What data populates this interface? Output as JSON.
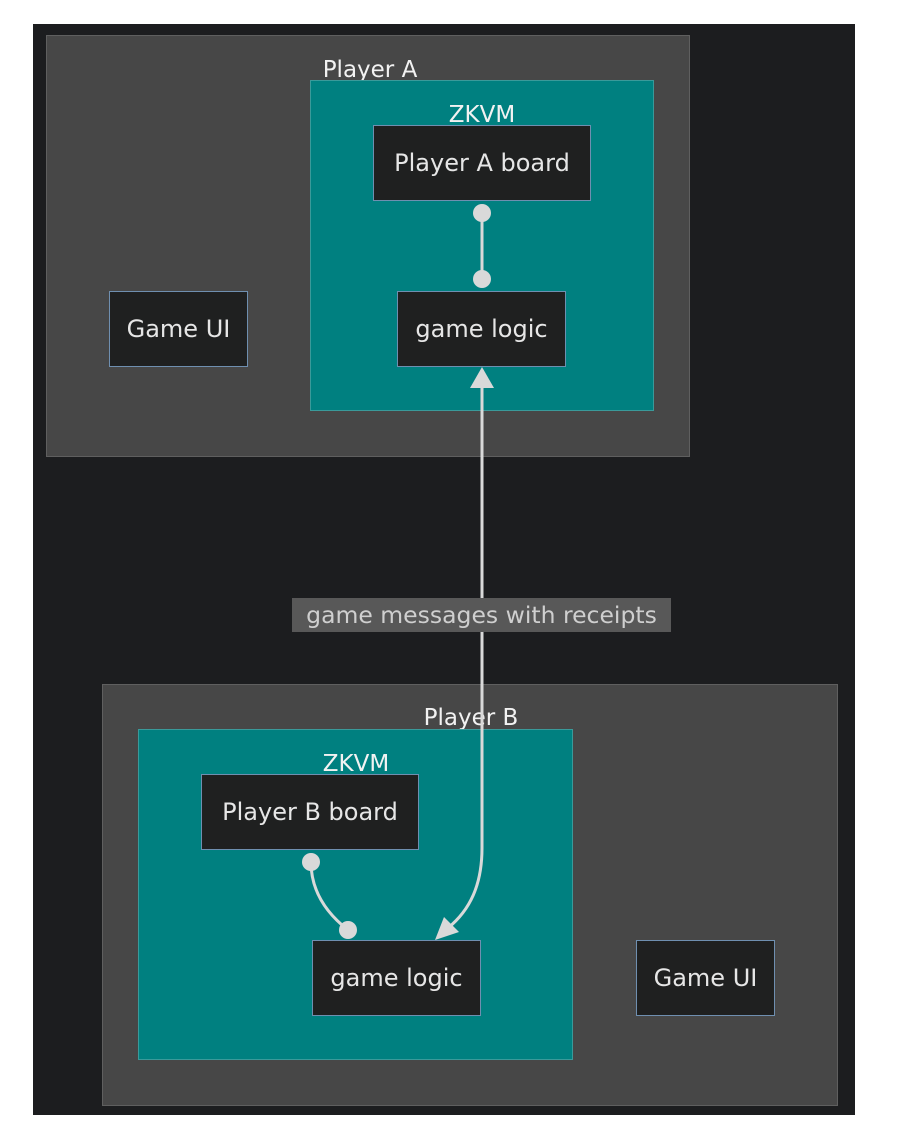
{
  "diagram": {
    "player_a": {
      "title": "Player A",
      "zkvm_title": "ZKVM",
      "board": "Player A board",
      "logic": "game logic",
      "ui": "Game UI"
    },
    "player_b": {
      "title": "Player B",
      "zkvm_title": "ZKVM",
      "board": "Player B board",
      "logic": "game logic",
      "ui": "Game UI"
    },
    "edge_label": "game messages with receipts"
  },
  "colors": {
    "background": "#1c1d1f",
    "cluster": "#474747",
    "zkvm": "#008080",
    "node": "#1f2020",
    "node_border": "#6f8fb0",
    "edge": "#d9d9d9"
  }
}
